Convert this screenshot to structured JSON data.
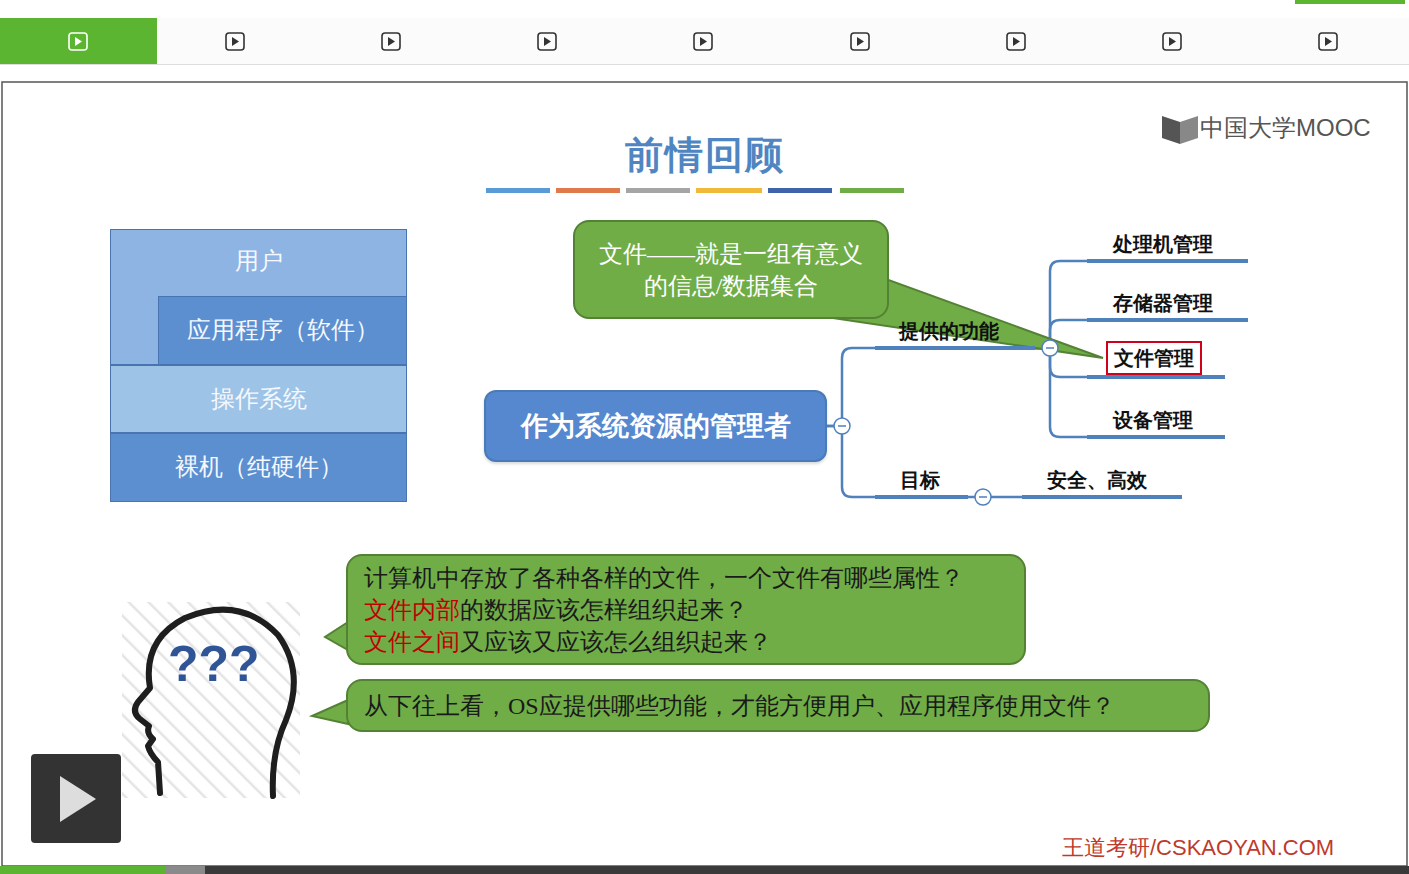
{
  "diagram": {
    "title": "前情回顾",
    "nodes": [
      {
        "text": [
          "用户"
        ]
      },
      {
        "text": [
          "应用程序（软件）"
        ],
        "in": 0
      },
      {
        "text": [
          "操作系统"
        ]
      },
      {
        "text": [
          "裸机（纯硬件）"
        ]
      },
      {
        "text": [
          "作为系统资源的管理者"
        ]
      },
      {
        "text": [
          "提供的功能"
        ]
      },
      {
        "text": [
          "处理机管理"
        ]
      },
      {
        "text": [
          "存储器管理"
        ]
      },
      {
        "text": [
          "文件管理"
        ]
      },
      {
        "text": [
          "设备管理"
        ]
      },
      {
        "text": [
          "目标"
        ]
      },
      {
        "text": [
          "安全、高效"
        ]
      },
      {
        "text": [
          "文件——就是一组有意义的信息/数据集合"
        ]
      },
      {
        "text": [
          "计算机中存放了各种各样的文件，一个文件有哪些属性？",
          "文件内部",
          "的数据应该怎样组织起来？",
          "文件之间",
          "又应该又应该怎么组织起来？"
        ]
      },
      {
        "text": [
          "从下往上看，OS应提供哪些功能，才能方便用户、应用程序使用文件？"
        ]
      }
    ],
    "edges": [
      {
        "from": 4,
        "to": 5,
        "arrow": "none"
      },
      {
        "from": 5,
        "to": 6,
        "arrow": "none"
      },
      {
        "from": 5,
        "to": 7,
        "arrow": "none"
      },
      {
        "from": 5,
        "to": 8,
        "arrow": "none"
      },
      {
        "from": 5,
        "to": 9,
        "arrow": "none"
      },
      {
        "from": 4,
        "to": 10,
        "arrow": "none"
      },
      {
        "from": 10,
        "to": 11,
        "arrow": "none"
      },
      {
        "from": 12,
        "to": 8,
        "arrow": "none"
      }
    ],
    "labels": [
      "中国大学MOOC",
      "???",
      "王道考研/CSKAOYAN.COM"
    ]
  }
}
